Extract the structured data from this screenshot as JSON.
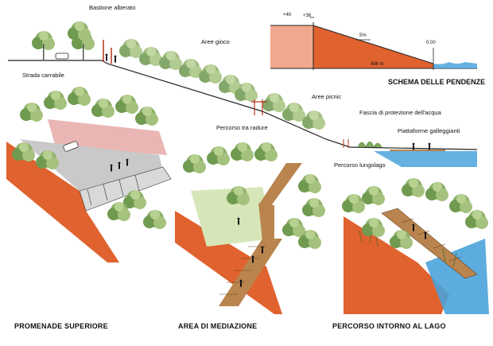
{
  "labels": {
    "strada_carrabile": "Strada carrabile",
    "bastione_alberato": "Bastione alberato",
    "aree_gioco": "Aree gioco",
    "aree_picnic": "Aree picnic",
    "percorso_tra_radure": "Percorso tra radure",
    "fascia_protezione": "Fascia di protezione dell'acqua",
    "piattaforme_galleggianti": "Piattaforme galleggianti",
    "percorso_lungolago": "Percorso lungolago"
  },
  "schema": {
    "title": "SCHEMA DELLE PENDENZE",
    "elev_left": "+40",
    "elev_mid": "+36",
    "elev_end": "0.00",
    "slope": "5%",
    "length": "498 m"
  },
  "captions": {
    "promenade": "PROMENADE SUPERIORE",
    "mediazione": "AREA DI MEDIAZIONE",
    "lago": "PERCORSO INTORNO AL LAGO"
  },
  "colors": {
    "earth": "#e0622f",
    "earth_light": "#f0a98c",
    "foliage": "#8fb06a",
    "foliage_dark": "#5f8a45",
    "water": "#4aa3dc",
    "deck": "#b9844e",
    "road": "#c9c9c9",
    "pink_wall": "#e9b6b4"
  }
}
